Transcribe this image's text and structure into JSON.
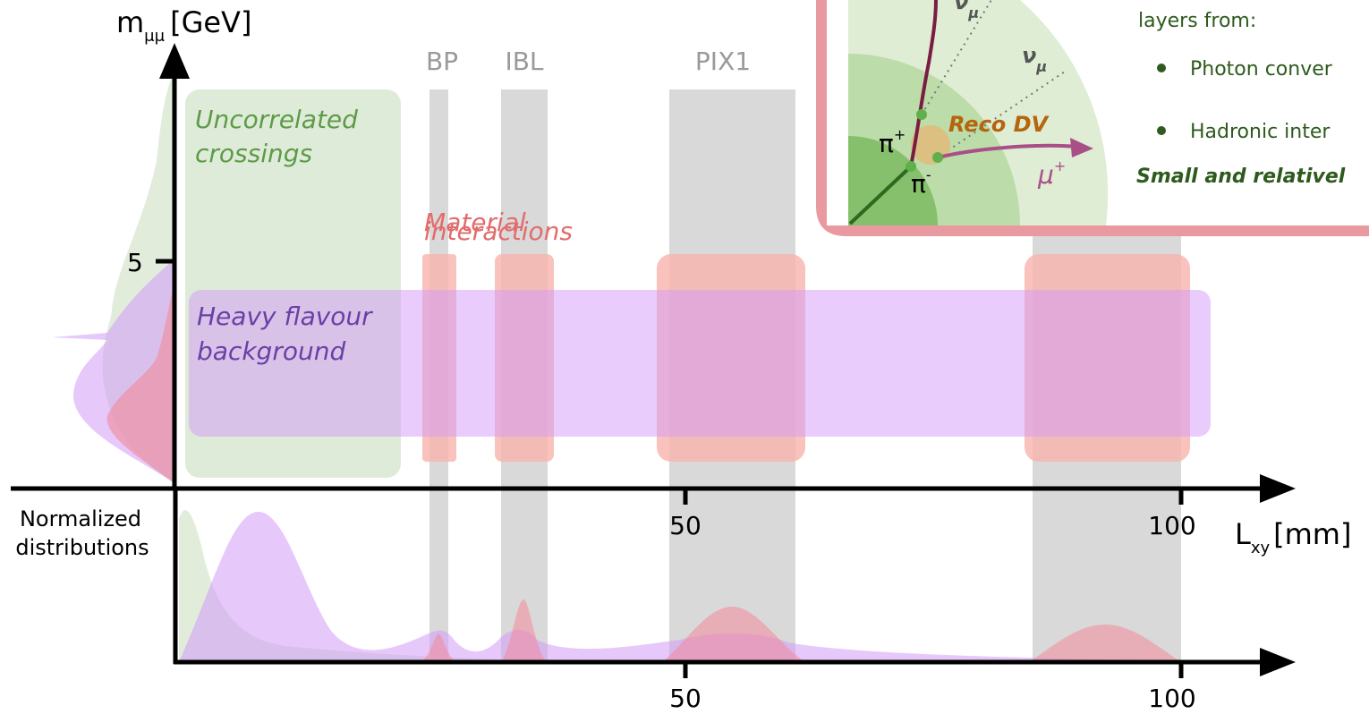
{
  "axes": {
    "y_label_main": "m",
    "y_label_sub": "μμ",
    "y_label_unit": "[GeV]",
    "y_tick_5": "5",
    "x_label_main": "L",
    "x_label_sub": "xy",
    "x_label_unit": "[mm]",
    "x_tick_50_top": "50",
    "x_tick_100_top": "100",
    "x_tick_50_bottom": "50",
    "x_tick_100_bottom": "100",
    "lower_label_line1": "Normalized",
    "lower_label_line2": "distributions"
  },
  "layers": {
    "bp": "BP",
    "ibl": "IBL",
    "pix1": "PIX1"
  },
  "regions": {
    "uncorrelated_line1": "Uncorrelated",
    "uncorrelated_line2": "crossings",
    "material_line1": "Material",
    "material_line2": "interactions",
    "heavy_line1": "Heavy flavour",
    "heavy_line2": "background"
  },
  "inset": {
    "reco_dv": "Reco DV",
    "pi_plus": "π",
    "pi_plus_sup": "+",
    "pi_minus": "π",
    "pi_minus_sup": "-",
    "mu_plus": "μ",
    "mu_plus_sup": "+",
    "nu_top": "ν",
    "nu_top_sub": "μ",
    "nu_mid": "ν",
    "nu_mid_sub": "μ"
  },
  "side_text": {
    "line1": "layers from:",
    "bullet1": "Photon conver",
    "bullet2": "Hadronic inter",
    "line_bold": "Small and relativel"
  },
  "colors": {
    "green_region": "#dfebd9",
    "purple_region": "#e6c6fb",
    "red_region": "#f7b3ad",
    "gray_band": "#d9d9d9",
    "green_text": "#5d9b47",
    "purple_text": "#6a3fa6",
    "red_text": "#e26c6c",
    "orange_text": "#b5650b",
    "dark_green_text": "#2f5a1e"
  }
}
